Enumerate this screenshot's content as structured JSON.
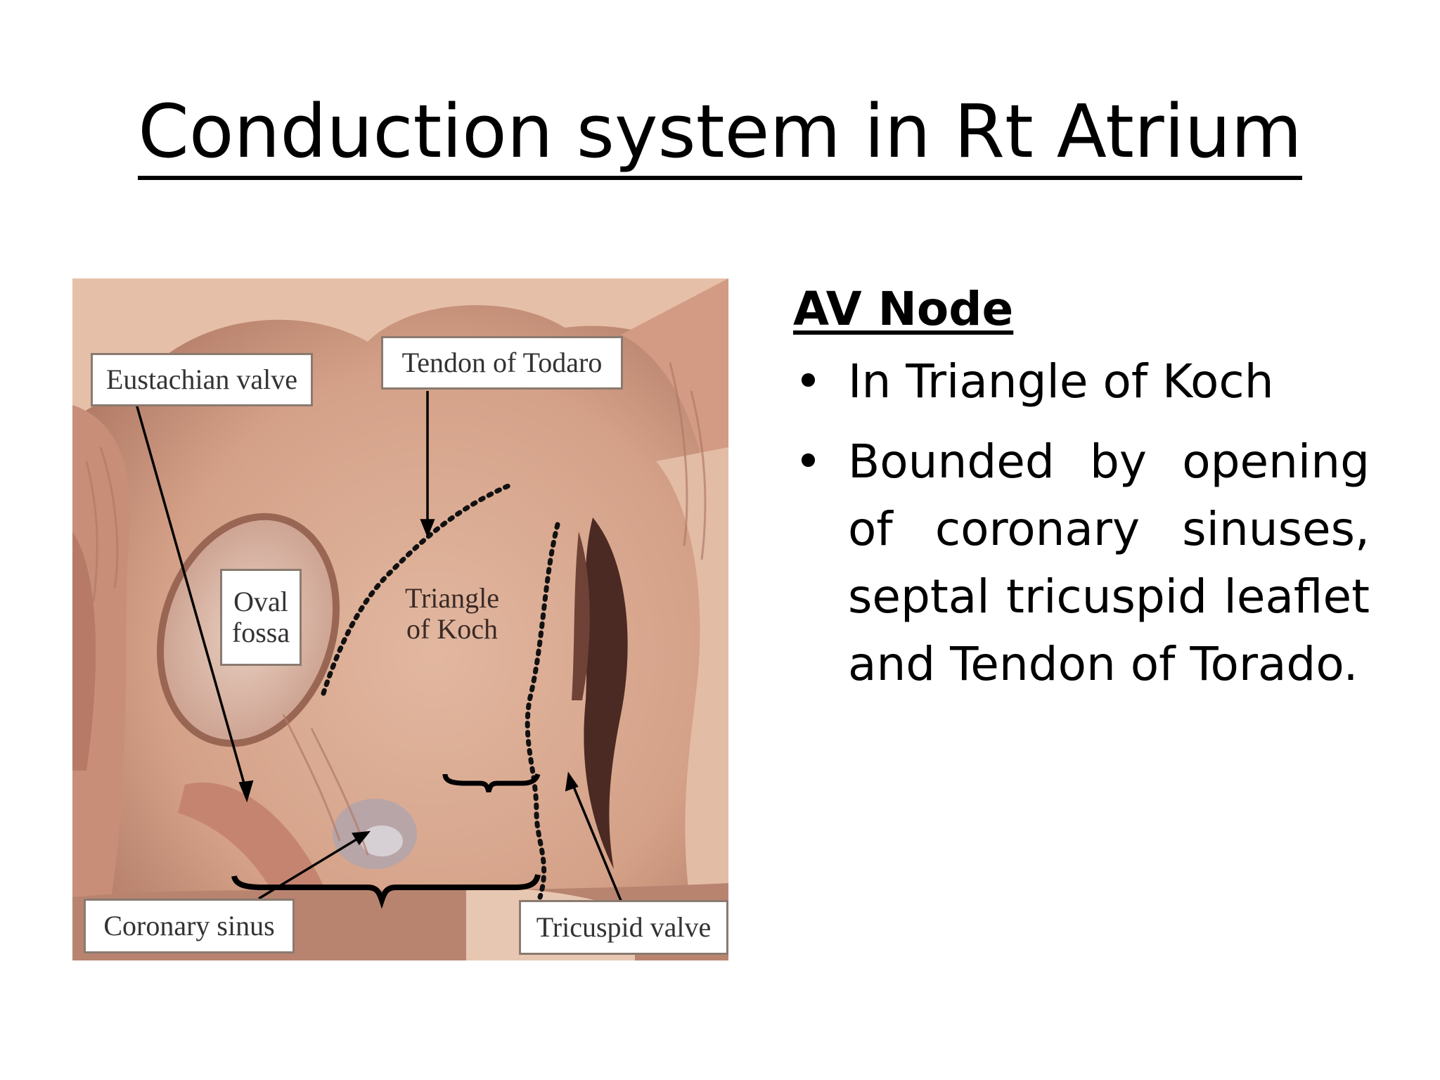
{
  "title": "Conduction system in Rt Atrium",
  "figure": {
    "labels": {
      "eustachian_valve": "Eustachian valve",
      "tendon_of_todaro": "Tendon of Todaro",
      "oval_fossa": "Oval fossa",
      "triangle_of_koch": "Triangle of Koch",
      "coronary_sinus": "Coronary sinus",
      "tricuspid_valve": "Tricuspid valve"
    }
  },
  "content": {
    "heading": "AV Node",
    "bullets": [
      "In Triangle of Koch",
      "Bounded by opening of coronary sinuses, septal tricuspid leaflet and Tendon of Torado."
    ]
  },
  "colors": {
    "tissue": "#d9a98f",
    "tissue_dark": "#8a5a48",
    "tissue_light": "#ecc9b4"
  }
}
